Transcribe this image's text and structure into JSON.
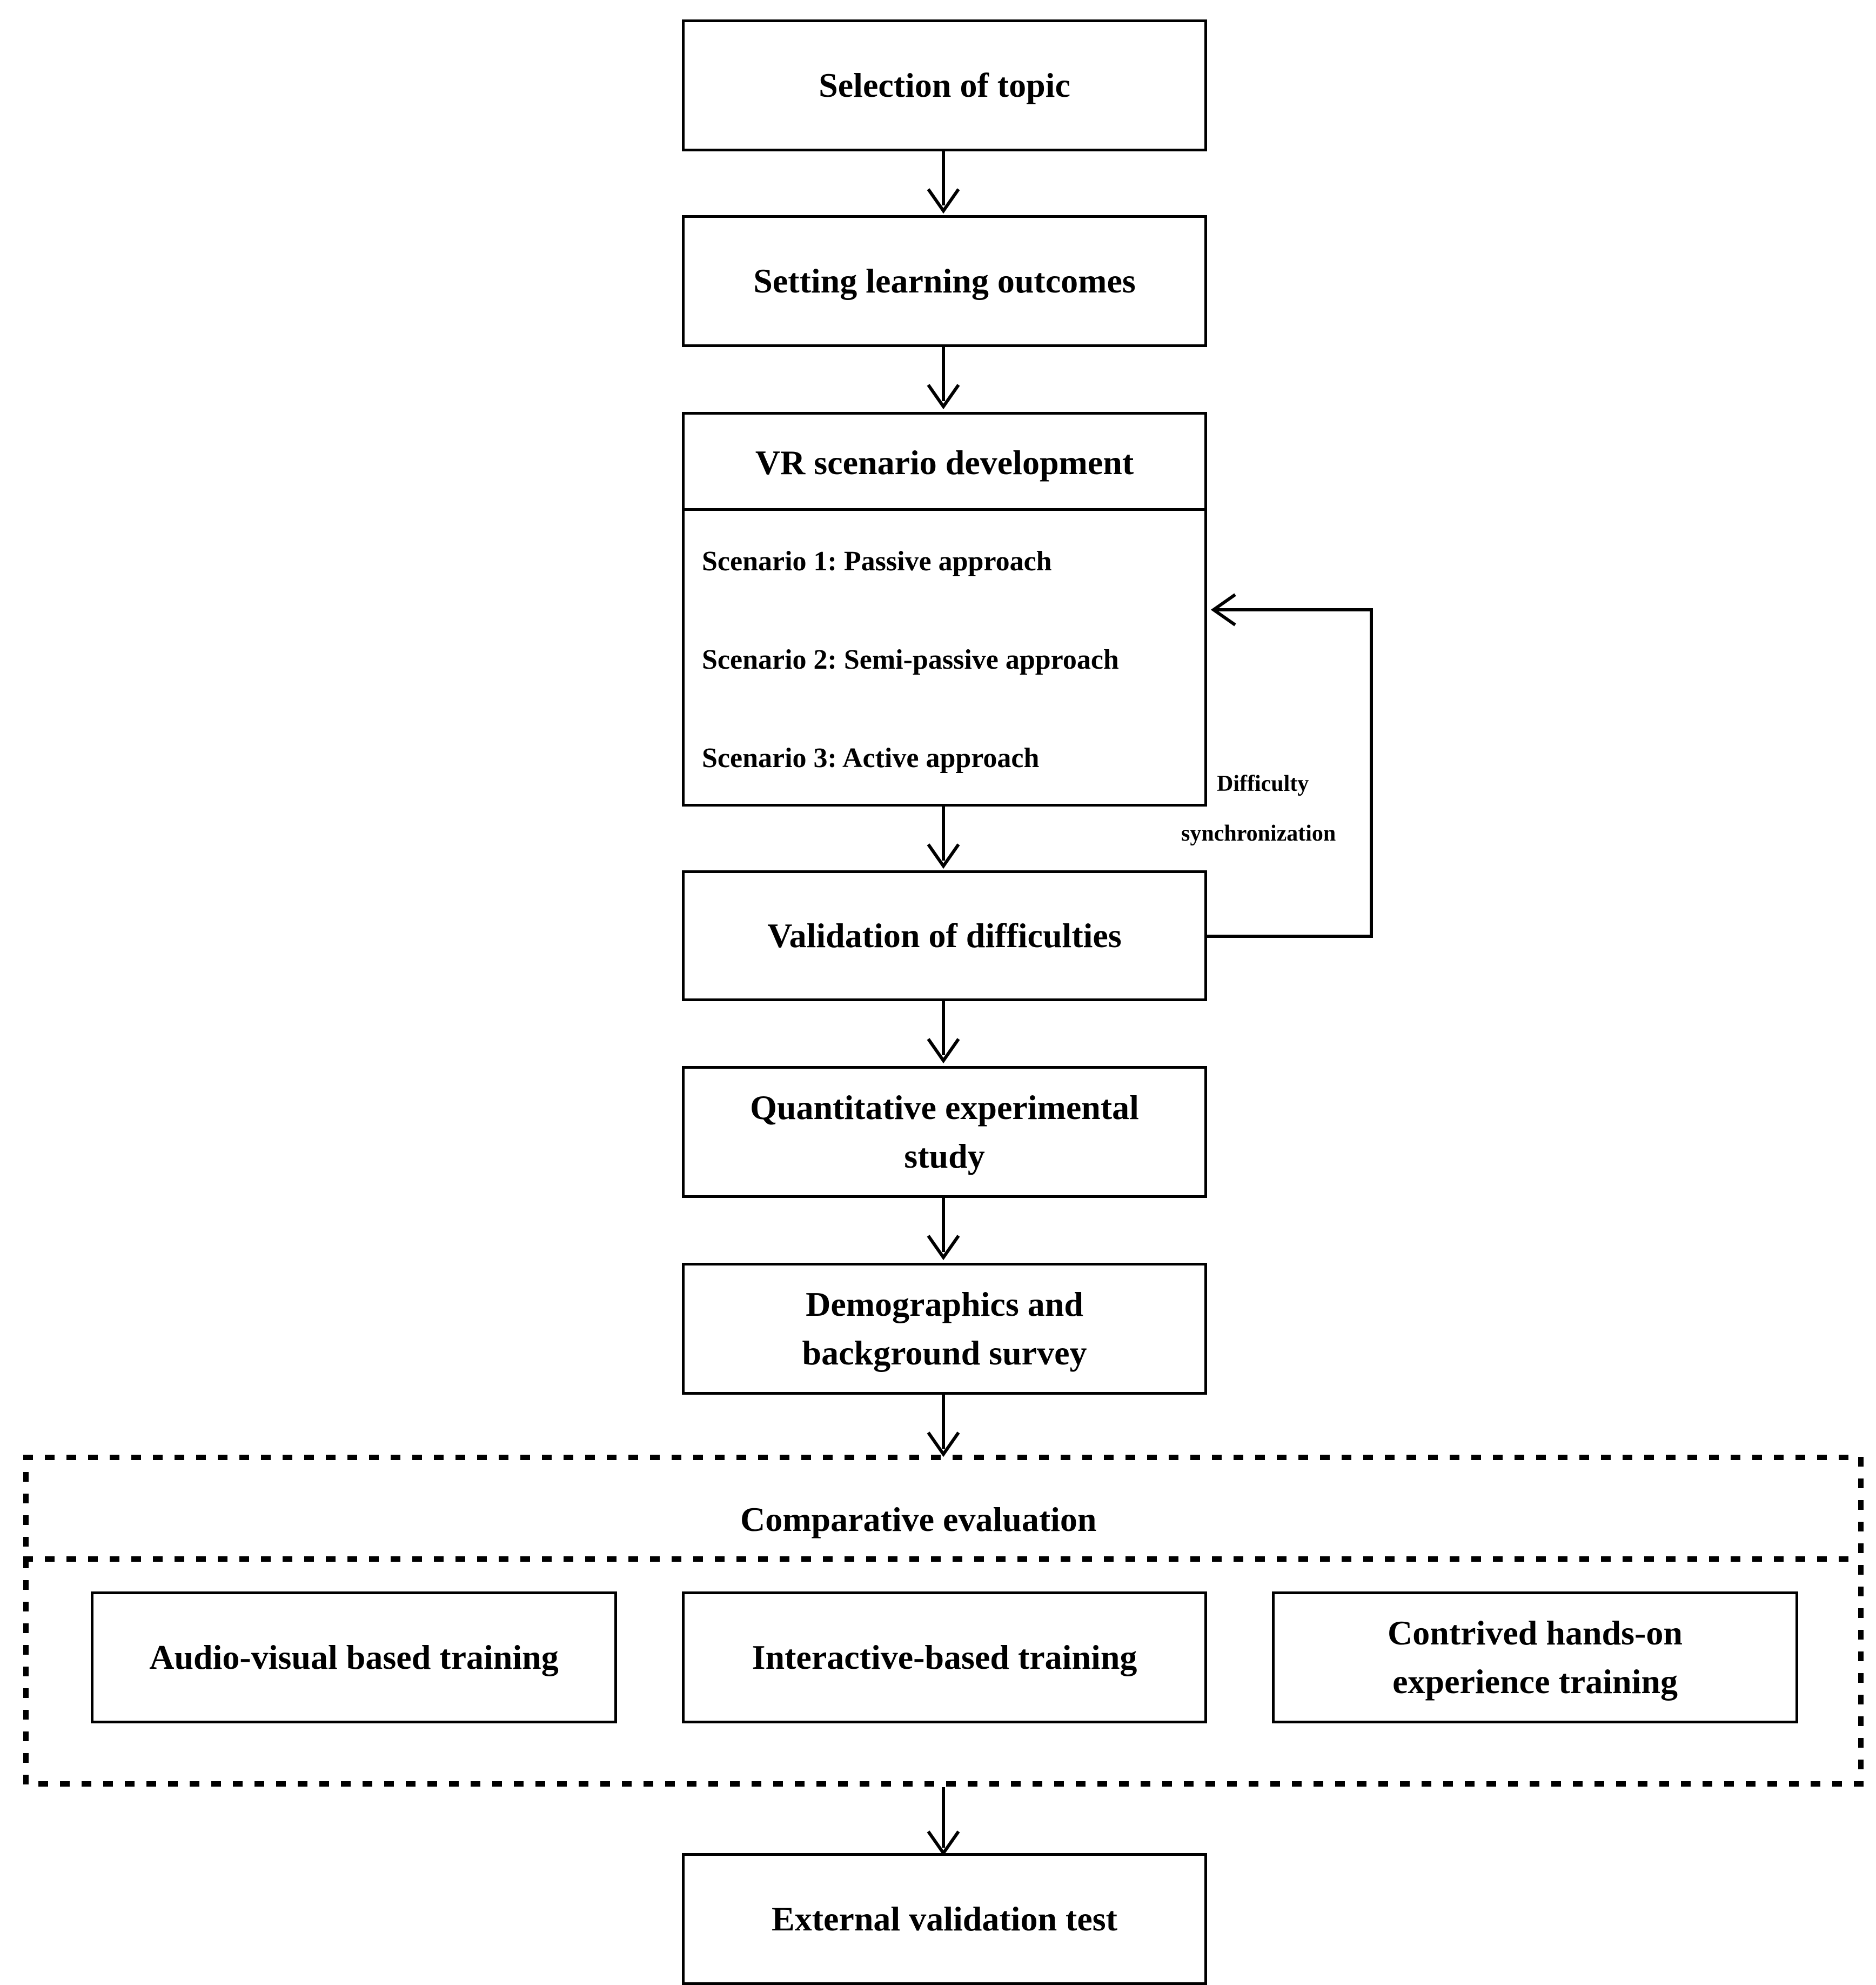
{
  "flowchart": {
    "selection_of_topic": "Selection of topic",
    "setting_learning_outcomes": "Setting learning outcomes",
    "vr_scenario_development": "VR scenario development",
    "scenarios": [
      "Scenario 1: Passive approach",
      "Scenario 2: Semi-passive approach",
      "Scenario 3: Active approach"
    ],
    "validation_of_difficulties": "Validation of difficulties",
    "feedback_label_line1": "Difficulty",
    "feedback_label_line2": "synchronization",
    "quantitative_study_line1": "Quantitative experimental",
    "quantitative_study_line2": "study",
    "demographics_line1": "Demographics and",
    "demographics_line2": "background survey",
    "comparative_evaluation": "Comparative evaluation",
    "training_options": [
      {
        "line1": "Audio-visual based training",
        "line2": ""
      },
      {
        "line1": "Interactive-based training",
        "line2": ""
      },
      {
        "line1": "Contrived hands-on",
        "line2": "experience training"
      }
    ],
    "external_validation_test": "External validation test"
  },
  "colors": {
    "stroke": "#000000",
    "background": "#ffffff"
  }
}
